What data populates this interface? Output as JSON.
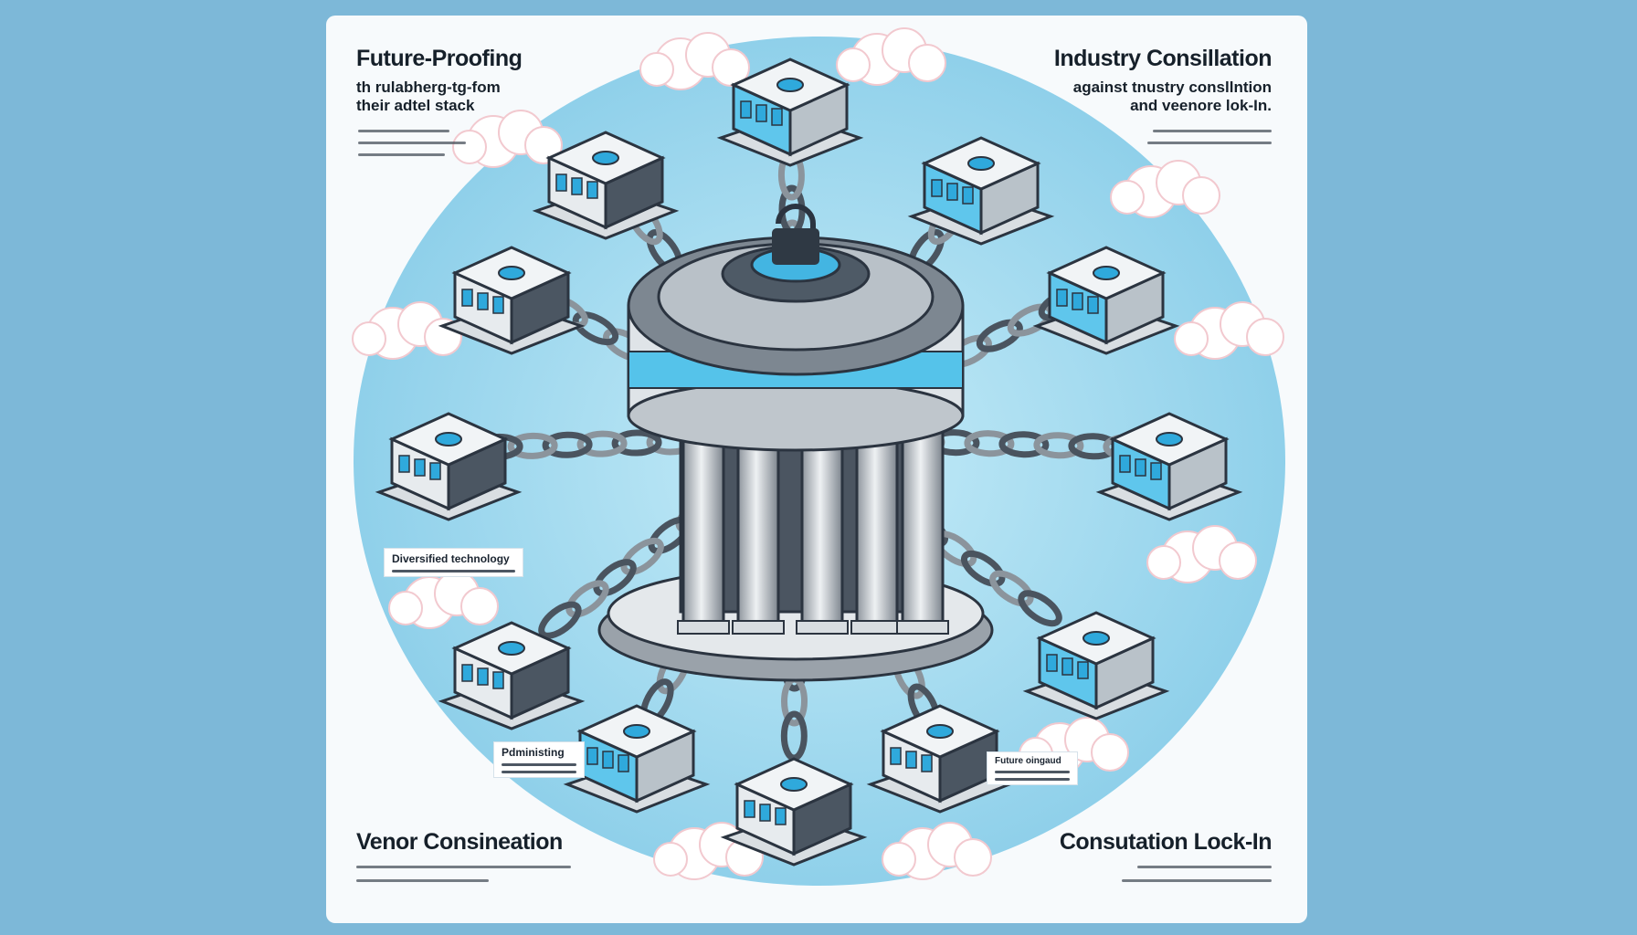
{
  "colors": {
    "page_bg": "#7db8d8",
    "card": "#f7fafc",
    "circle": "#a9dcef",
    "accent": "#2fa9dc",
    "dark": "#2b3440"
  },
  "top_left": {
    "title": "Future-Proofing",
    "subtitle_line1": "th rulabherg-tg-fom",
    "subtitle_line2": "their adtel stack"
  },
  "top_right": {
    "title": "Industry Consillation",
    "subtitle_line1": "against tnustry consllntion",
    "subtitle_line2": "and veenore lok-In."
  },
  "bottom_left": {
    "title": "Venor Consineation"
  },
  "bottom_right": {
    "title": "Consutation Lock-In"
  },
  "labels": {
    "diversified": "Diversified technology",
    "administering": "Pdministing",
    "future": "Future oingaud"
  },
  "icons": [
    "lock-icon",
    "chain-icon",
    "building-icon",
    "cloud-icon",
    "server-icon"
  ]
}
